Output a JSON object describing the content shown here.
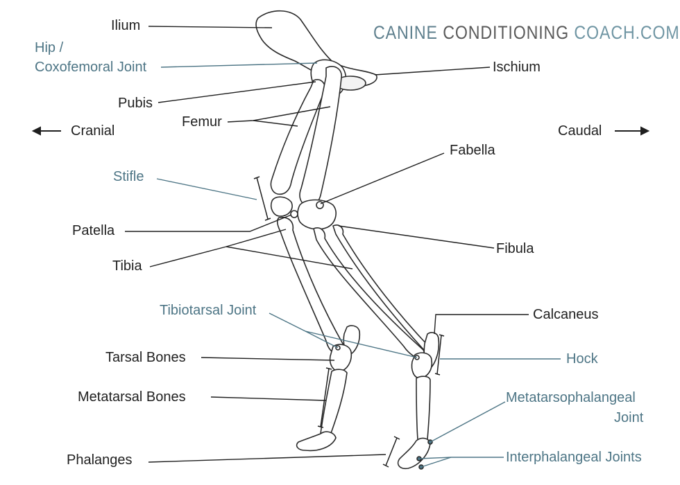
{
  "brand": {
    "part1": "CANINE ",
    "part2": "CONDITIONING ",
    "part3": "COACH.COM"
  },
  "labels": {
    "ilium": "Ilium",
    "hip_line1": "Hip /",
    "hip_line2": "Coxofemoral Joint",
    "ischium": "Ischium",
    "pubis": "Pubis",
    "femur": "Femur",
    "cranial": "Cranial",
    "caudal": "Caudal",
    "fabella": "Fabella",
    "stifle": "Stifle",
    "patella": "Patella",
    "fibula": "Fibula",
    "tibia": "Tibia",
    "tibiotarsal": "Tibiotarsal Joint",
    "calcaneus": "Calcaneus",
    "tarsal": "Tarsal Bones",
    "hock": "Hock",
    "metatarsal": "Metatarsal Bones",
    "mtp_line1": "Metatarsophalangeal",
    "mtp_line2": "Joint",
    "phalanges": "Phalanges",
    "interphalangeal": "Interphalangeal Joints"
  },
  "colors": {
    "dark_label": "#1f1f1f",
    "joint_label": "#4d7585",
    "bone_outline": "#2a2a2a"
  }
}
